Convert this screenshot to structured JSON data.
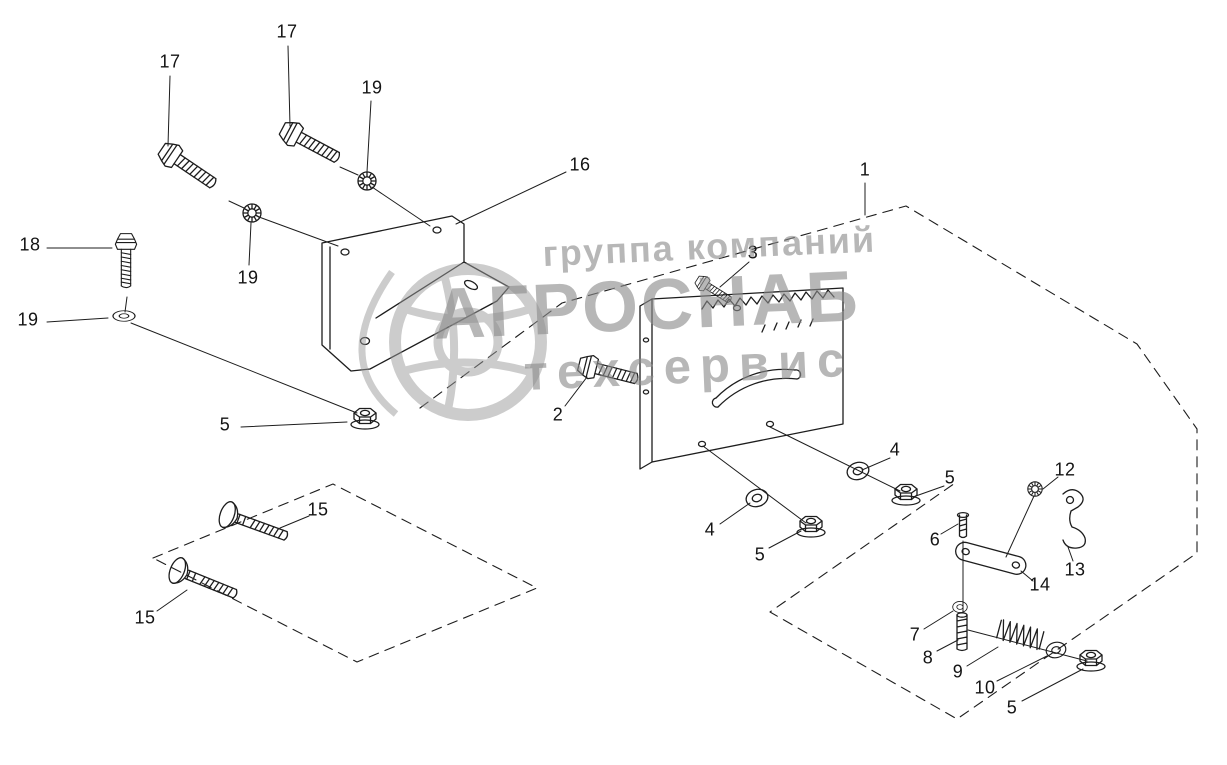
{
  "figure": {
    "background": "#ffffff",
    "line_color": "#1d1d1d",
    "callout_color": "#141414"
  },
  "watermark": {
    "line1": "группа компаний",
    "line2": "АГРОСНАБ",
    "line3": "техсервис",
    "color": "#8c8c8c",
    "logo": "gear-wheel-logo"
  },
  "callouts": [
    {
      "label": "17"
    },
    {
      "label": "17"
    },
    {
      "label": "19"
    },
    {
      "label": "19"
    },
    {
      "label": "18"
    },
    {
      "label": "19"
    },
    {
      "label": "16"
    },
    {
      "label": "5"
    },
    {
      "label": "1"
    },
    {
      "label": "3"
    },
    {
      "label": "2"
    },
    {
      "label": "4"
    },
    {
      "label": "5"
    },
    {
      "label": "4"
    },
    {
      "label": "5"
    },
    {
      "label": "6"
    },
    {
      "label": "12"
    },
    {
      "label": "13"
    },
    {
      "label": "14"
    },
    {
      "label": "7"
    },
    {
      "label": "8"
    },
    {
      "label": "9"
    },
    {
      "label": "10"
    },
    {
      "label": "5"
    },
    {
      "label": "15"
    },
    {
      "label": "15"
    }
  ]
}
